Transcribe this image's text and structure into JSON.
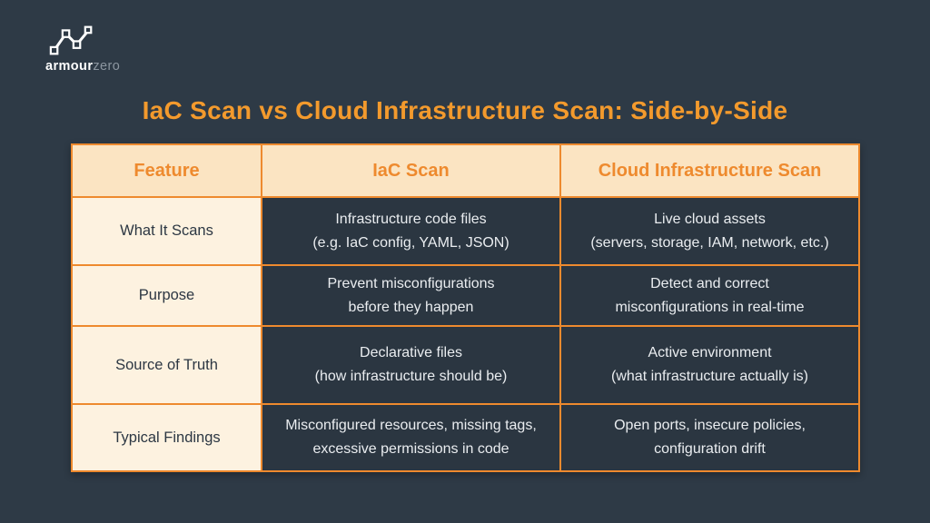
{
  "brand": {
    "name_bold": "armour",
    "name_light": "zero",
    "icon": "zigzag-line-chart-icon"
  },
  "title": "IaC Scan vs Cloud Infrastructure Scan: Side-by-Side",
  "table": {
    "columns": [
      "Feature",
      "IaC Scan",
      "Cloud Infrastructure Scan"
    ],
    "rows": [
      {
        "feature": "What It Scans",
        "iac": "Infrastructure code files\n(e.g. IaC config, YAML, JSON)",
        "cloud": "Live cloud assets\n(servers, storage, IAM, network, etc.)"
      },
      {
        "feature": "Purpose",
        "iac": "Prevent misconfigurations\nbefore they happen",
        "cloud": "Detect and correct\nmisconfigurations in real-time"
      },
      {
        "feature": "Source of Truth",
        "iac": "Declarative files\n(how infrastructure should be)",
        "cloud": "Active environment\n(what infrastructure actually is)"
      },
      {
        "feature": "Typical Findings",
        "iac": "Misconfigured resources, missing tags, excessive permissions in code",
        "cloud": "Open ports, insecure policies,\nconfiguration drift"
      }
    ]
  },
  "chart_data": {
    "type": "table",
    "columns": [
      "Feature",
      "IaC Scan",
      "Cloud Infrastructure Scan"
    ],
    "rows": [
      [
        "What It Scans",
        "Infrastructure code files (e.g. IaC config, YAML, JSON)",
        "Live cloud assets (servers, storage, IAM, network, etc.)"
      ],
      [
        "Purpose",
        "Prevent misconfigurations before they happen",
        "Detect and correct misconfigurations in real-time"
      ],
      [
        "Source of Truth",
        "Declarative files (how infrastructure should be)",
        "Active environment (what infrastructure actually is)"
      ],
      [
        "Typical Findings",
        "Misconfigured resources, missing tags, excessive permissions in code",
        "Open ports, insecure policies, configuration drift"
      ]
    ]
  },
  "colors": {
    "background": "#2E3A46",
    "cell_dark": "#2B3641",
    "accent_orange": "#EE8A2E",
    "title_orange": "#F39A2D",
    "header_bg": "#FBE4C2",
    "feature_bg": "#FDF2E0",
    "text_light": "#EAEDF0",
    "text_dark": "#2C3743"
  }
}
